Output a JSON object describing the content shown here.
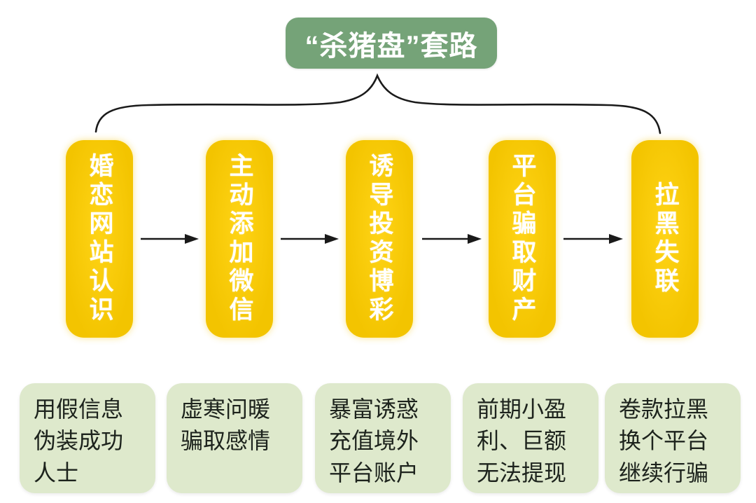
{
  "title": {
    "text": "“杀猪盘”套路"
  },
  "stages": [
    {
      "label": "婚恋网站认识",
      "detail": "用假信息\n伪装成功\n人士"
    },
    {
      "label": "主动添加微信",
      "detail": "虚寒问暖\n骗取感情"
    },
    {
      "label": "诱导投资博彩",
      "detail": "暴富诱惑\n充值境外\n平台账户"
    },
    {
      "label": "平台骗取财产",
      "detail": "前期小盈\n利、巨额\n无法提现"
    },
    {
      "label": "拉黑失联",
      "detail": "卷款拉黑\n换个平台\n继续行骗"
    }
  ],
  "icons": {
    "brace": "brace-connector",
    "arrow": "right-arrow"
  },
  "colors": {
    "title_bg": "#75a378",
    "title_text": "#ffffff",
    "stage_bg": "#f3c400",
    "stage_text": "#ffffff",
    "detail_bg": "#dee9cc",
    "detail_text": "#1d231d",
    "connector": "#1a1a1a",
    "background": "#ffffff"
  }
}
